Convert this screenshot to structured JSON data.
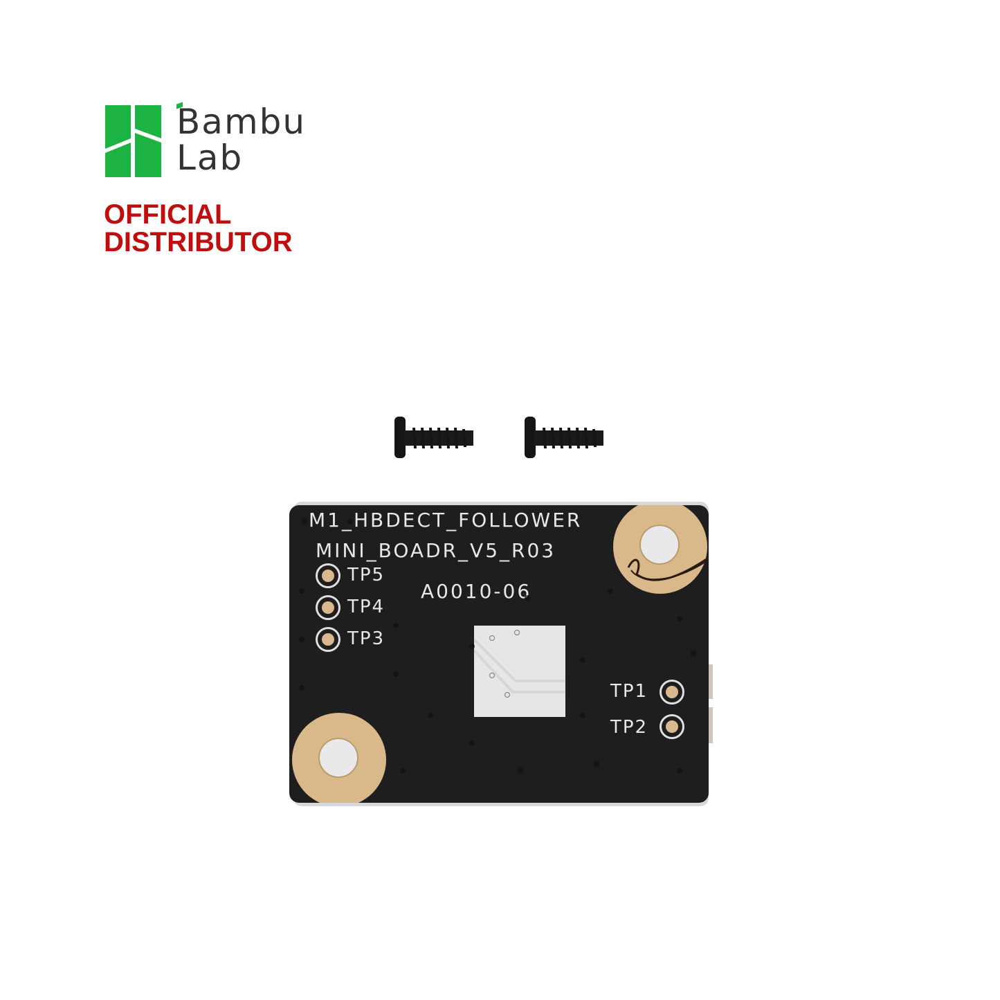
{
  "brand": {
    "name_line1": "Bambu",
    "name_line2": "Lab",
    "logo_icon": "bambu-lab-logo-icon",
    "colors": {
      "green": "#1db342",
      "wordmark": "#333333",
      "distributor_red": "#c00d0d"
    }
  },
  "badge": {
    "line1": "OFFICIAL",
    "line2": "DISTRIBUTOR"
  },
  "product": {
    "screws": {
      "count": 2,
      "icon": "screw-icon"
    },
    "pcb": {
      "silkscreen_line1": "M1_HBDECT_FOLLOWER",
      "silkscreen_line2": "MINI_BOADR_V5_R03",
      "part_number": "A0010-06",
      "test_points_left": [
        "TP5",
        "TP4",
        "TP3"
      ],
      "test_points_right": [
        "TP1",
        "TP2"
      ],
      "colors": {
        "board": "#1e1e1e",
        "silkscreen": "#e8e8e8",
        "gold_pad": "#d9b98a",
        "chip_pad": "#e6e6e6"
      }
    }
  }
}
